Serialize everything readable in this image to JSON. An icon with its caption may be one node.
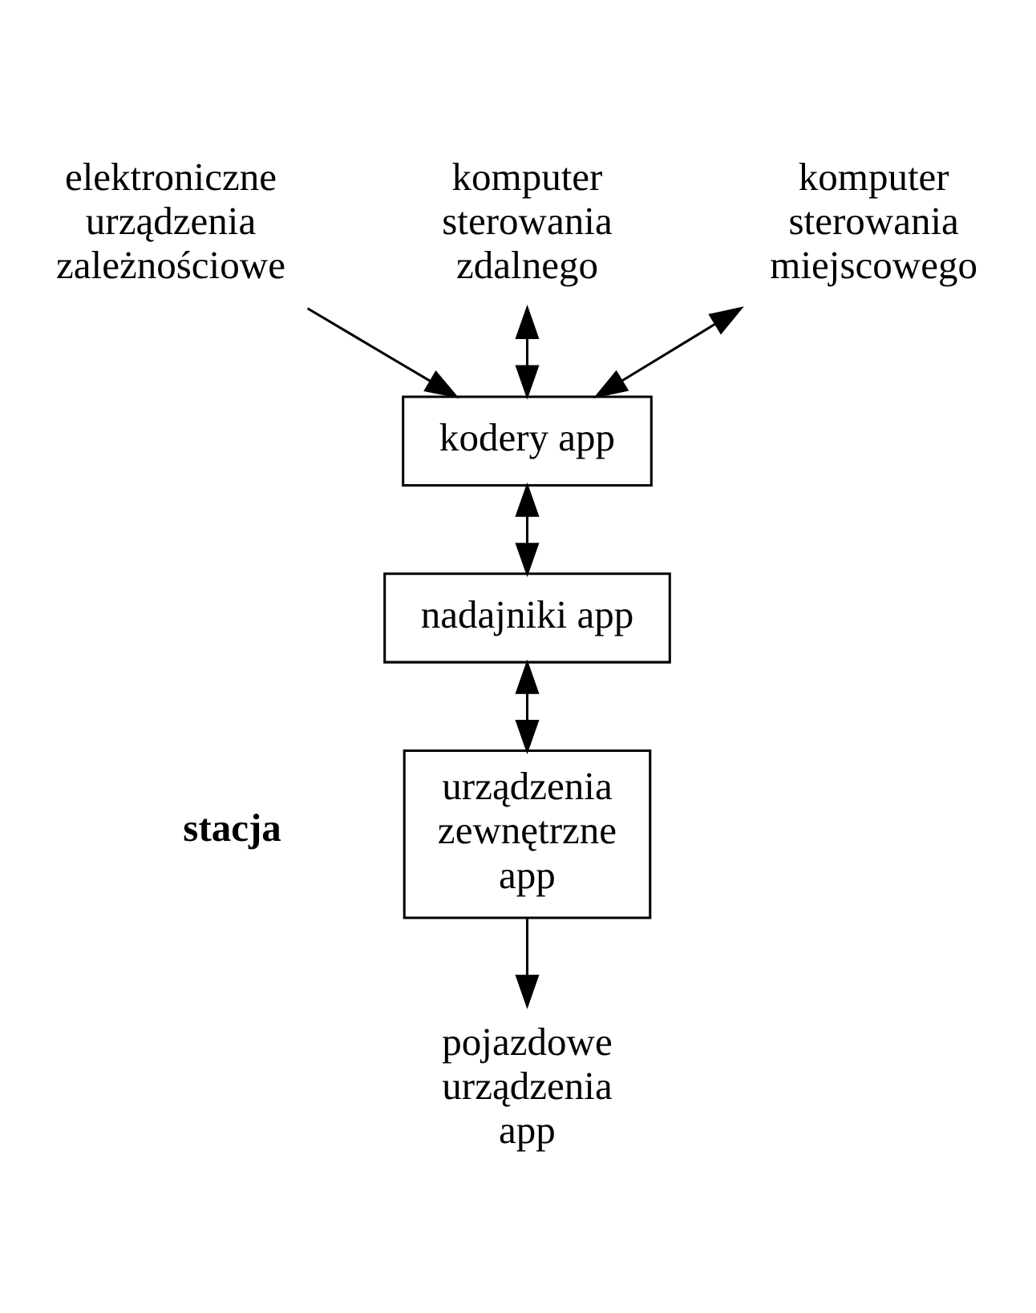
{
  "diagram": {
    "nodes": [
      {
        "text": [
          "elektroniczne urządzenia zależnościowe"
        ]
      },
      {
        "text": [
          "komputer sterowania zdalnego"
        ]
      },
      {
        "text": [
          "komputer sterowania miejscowego"
        ]
      },
      {
        "text": [
          "kodery app"
        ]
      },
      {
        "text": [
          "nadajniki app"
        ]
      },
      {
        "text": [
          "urządzenia zewnętrzne app"
        ]
      },
      {
        "text": [
          "pojazdowe urządzenia app"
        ]
      }
    ],
    "edges": [
      {
        "from": 0,
        "to": 3,
        "arrow": "to"
      },
      {
        "from": 1,
        "to": 3,
        "arrow": "both"
      },
      {
        "from": 3,
        "to": 2,
        "arrow": "both"
      },
      {
        "from": 3,
        "to": 4,
        "arrow": "both"
      },
      {
        "from": 4,
        "to": 5,
        "arrow": "both"
      },
      {
        "from": 5,
        "to": 6,
        "arrow": "to"
      }
    ],
    "labels": [
      "stacja"
    ]
  }
}
